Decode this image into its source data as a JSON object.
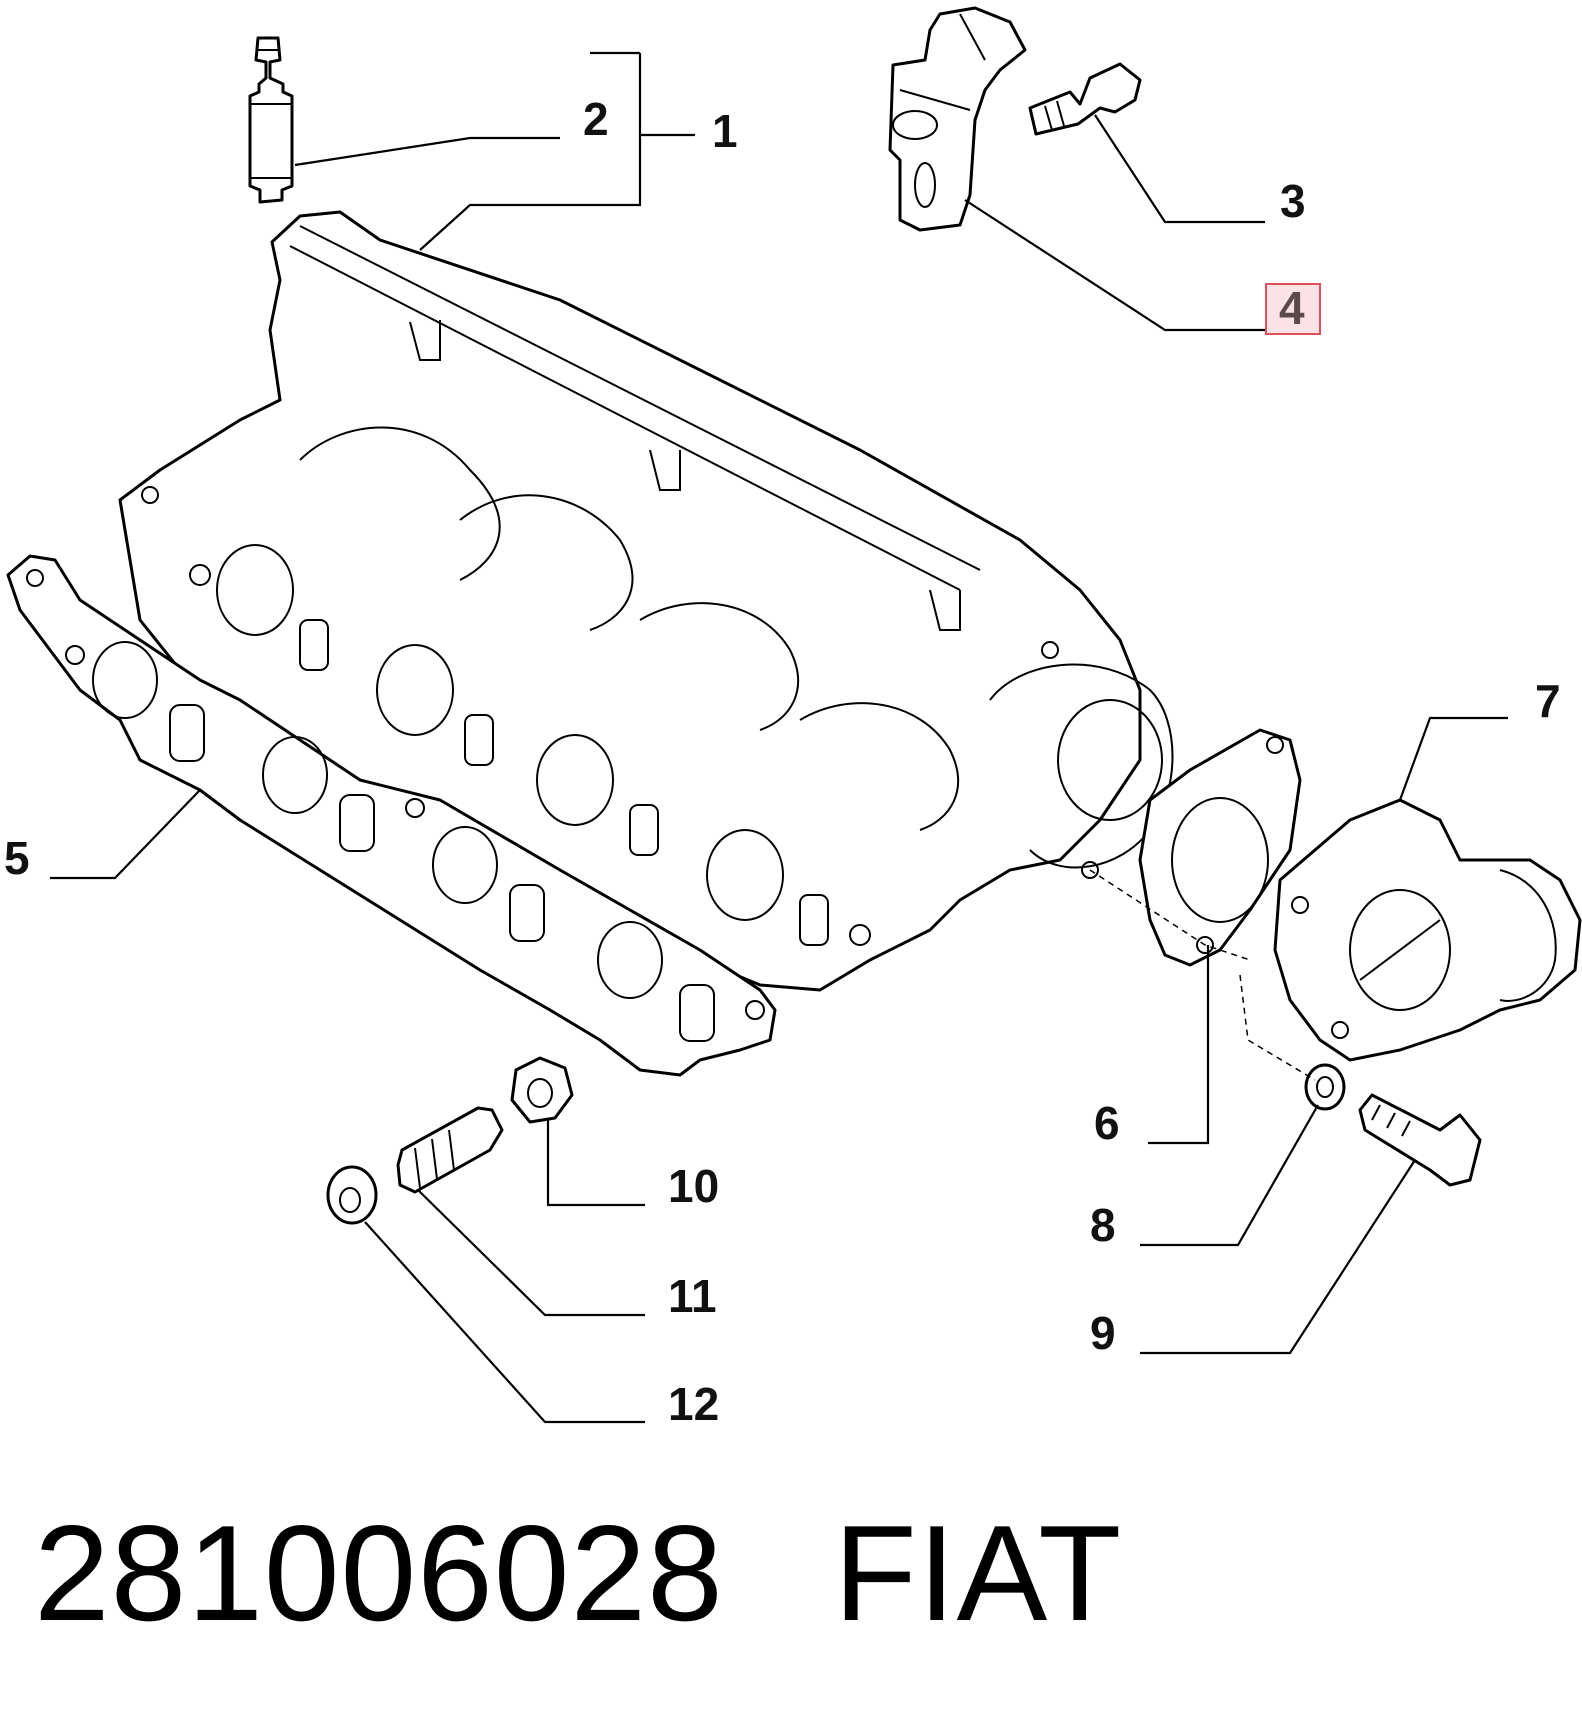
{
  "callouts": [
    {
      "id": "1",
      "text": "1"
    },
    {
      "id": "2",
      "text": "2"
    },
    {
      "id": "3",
      "text": "3"
    },
    {
      "id": "4",
      "text": "4",
      "highlighted": true
    },
    {
      "id": "5",
      "text": "5"
    },
    {
      "id": "6",
      "text": "6"
    },
    {
      "id": "7",
      "text": "7"
    },
    {
      "id": "8",
      "text": "8"
    },
    {
      "id": "9",
      "text": "9"
    },
    {
      "id": "10",
      "text": "10"
    },
    {
      "id": "11",
      "text": "11"
    },
    {
      "id": "12",
      "text": "12"
    }
  ],
  "highlight": {
    "border_color": "#e0505a",
    "fill_color": "#fbe3e5",
    "text_color": "#5a4a4e"
  },
  "footer": {
    "part_number": "281006028",
    "brand": "FIAT"
  }
}
